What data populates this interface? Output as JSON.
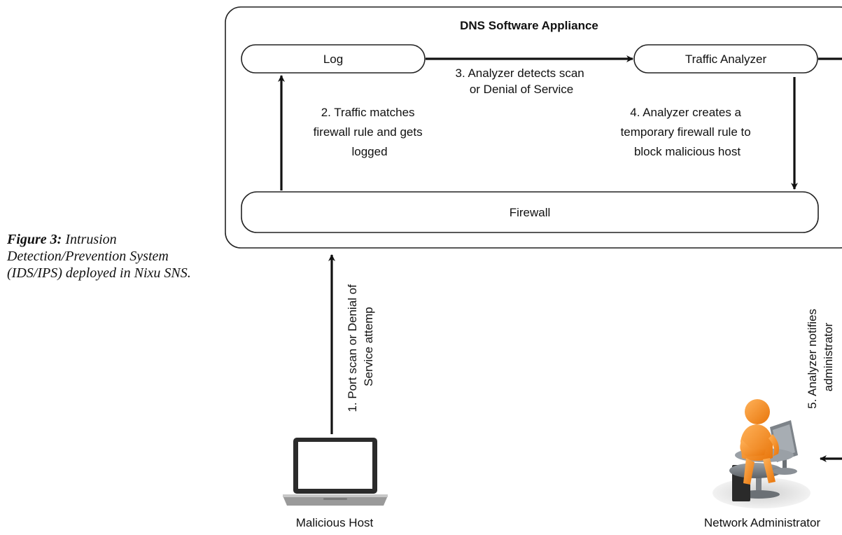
{
  "caption": {
    "label": "Figure 3:",
    "text": "Intrusion Detection/Prevention System (IDS/IPS) deployed in Nixu SNS."
  },
  "appliance": {
    "title": "DNS Software Appliance"
  },
  "nodes": {
    "log": "Log",
    "traffic_analyzer": "Traffic Analyzer",
    "firewall": "Firewall",
    "malicious_host": "Malicious Host",
    "network_administrator": "Network Administrator"
  },
  "steps": {
    "step1": [
      "1. Port scan or Denial of",
      "Service attemp"
    ],
    "step2": [
      "2. Traffic matches",
      "firewall rule and gets",
      "logged"
    ],
    "step3": [
      "3. Analyzer detects scan",
      "or Denial of Service"
    ],
    "step4": [
      "4. Analyzer creates a",
      "temporary firewall rule to",
      "block malicious host"
    ],
    "step5": [
      "5. Analyzer notifies",
      "administrator"
    ]
  },
  "icons": {
    "laptop": "laptop-icon",
    "administrator": "administrator-at-computer-icon"
  }
}
